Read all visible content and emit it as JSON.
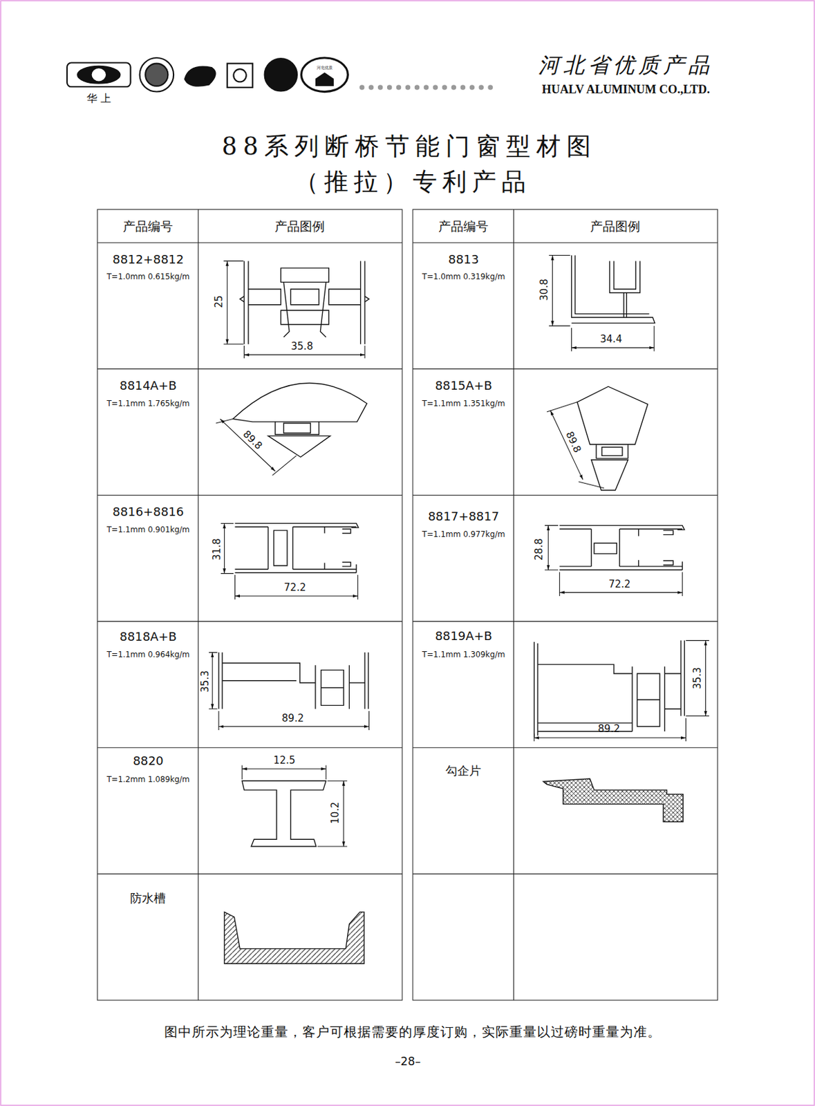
{
  "diagram": {
    "title": "88系列断桥节能门窗型材图",
    "caption": "图中所示为理论重量，客户可根据需要的厚度订购，实际重量以过磅时重量为准。",
    "labels": [
      "华 上",
      "河北优质",
      "河北省优质产品",
      "HUALV ALUMINUM CO.,LTD.",
      "（推拉）专利产品",
      "产品编号",
      "产品图例",
      "产品编号",
      "产品图例",
      "8812+8812",
      "T=1.0mm 0.615kg/m",
      "8813",
      "T=1.0mm 0.319kg/m",
      "8814A+B",
      "T=1.1mm 1.765kg/m",
      "8815A+B",
      "T=1.1mm 1.351kg/m",
      "8816+8816",
      "T=1.1mm 0.901kg/m",
      "8817+8817",
      "T=1.1mm 0.977kg/m",
      "8818A+B",
      "T=1.1mm 0.964kg/m",
      "8819A+B",
      "T=1.1mm 1.309kg/m",
      "8820",
      "T=1.2mm 1.089kg/m",
      "勾企片",
      "防水槽",
      "25",
      "35.8",
      "30.8",
      "34.4",
      "89.8",
      "89.8",
      "31.8",
      "72.2",
      "28.8",
      "72.2",
      "35.3",
      "89.2",
      "35.3",
      "89.2",
      "12.5",
      "10.2",
      "–28–"
    ]
  }
}
